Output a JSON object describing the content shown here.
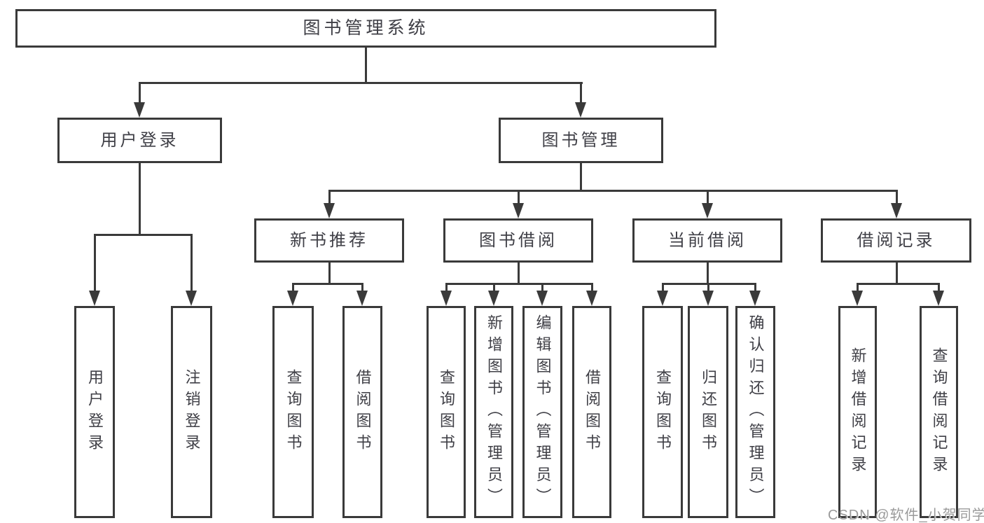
{
  "nodes": {
    "root": "图书管理系统",
    "user_login": "用户登录",
    "book_mgmt": "图书管理",
    "new_book_rec": "新书推荐",
    "book_borrow": "图书借阅",
    "current_borrow": "当前借阅",
    "borrow_records": "借阅记录",
    "leaf_user_login": "用户登录",
    "leaf_logout": "注销登录",
    "leaf_query_books_rec": "查询图书",
    "leaf_borrow_books_rec": "借阅图书",
    "leaf_query_books_borrow": "查询图书",
    "leaf_add_book_admin": "新增图书（管理员）",
    "leaf_edit_book_admin": "编辑图书（管理员）",
    "leaf_borrow_books_borrow": "借阅图书",
    "leaf_query_books_current": "查询图书",
    "leaf_return_book": "归还图书",
    "leaf_confirm_return_admin": "确认归还（管理员）",
    "leaf_add_borrow_record": "新增借阅记录",
    "leaf_query_borrow_record": "查询借阅记录"
  },
  "watermark": "CSDN @软件_小贺同学",
  "colors": {
    "line": "#3a3a3a",
    "text": "#3f3f46",
    "background": "#ffffff",
    "watermark": "#9a9a9a"
  }
}
